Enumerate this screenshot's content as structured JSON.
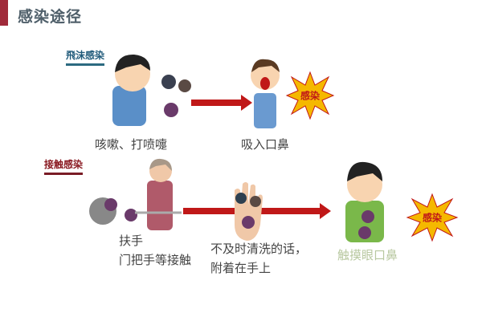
{
  "title": "感染途径",
  "droplet": {
    "tag": "飛沫感染",
    "cause": "咳嗽、打喷嚏",
    "effect": "吸入口鼻",
    "result": "感染"
  },
  "contact": {
    "tag": "接触感染",
    "cause_line1": "扶手",
    "cause_line2": "门把手等接触",
    "middle_line1": "不及时清洗的话，",
    "middle_line2": "附着在手上",
    "effect": "触摸眼口鼻",
    "result": "感染"
  },
  "colors": {
    "accent": "#a02a3a",
    "arrow": "#c01818",
    "burst": "#f5b800"
  }
}
